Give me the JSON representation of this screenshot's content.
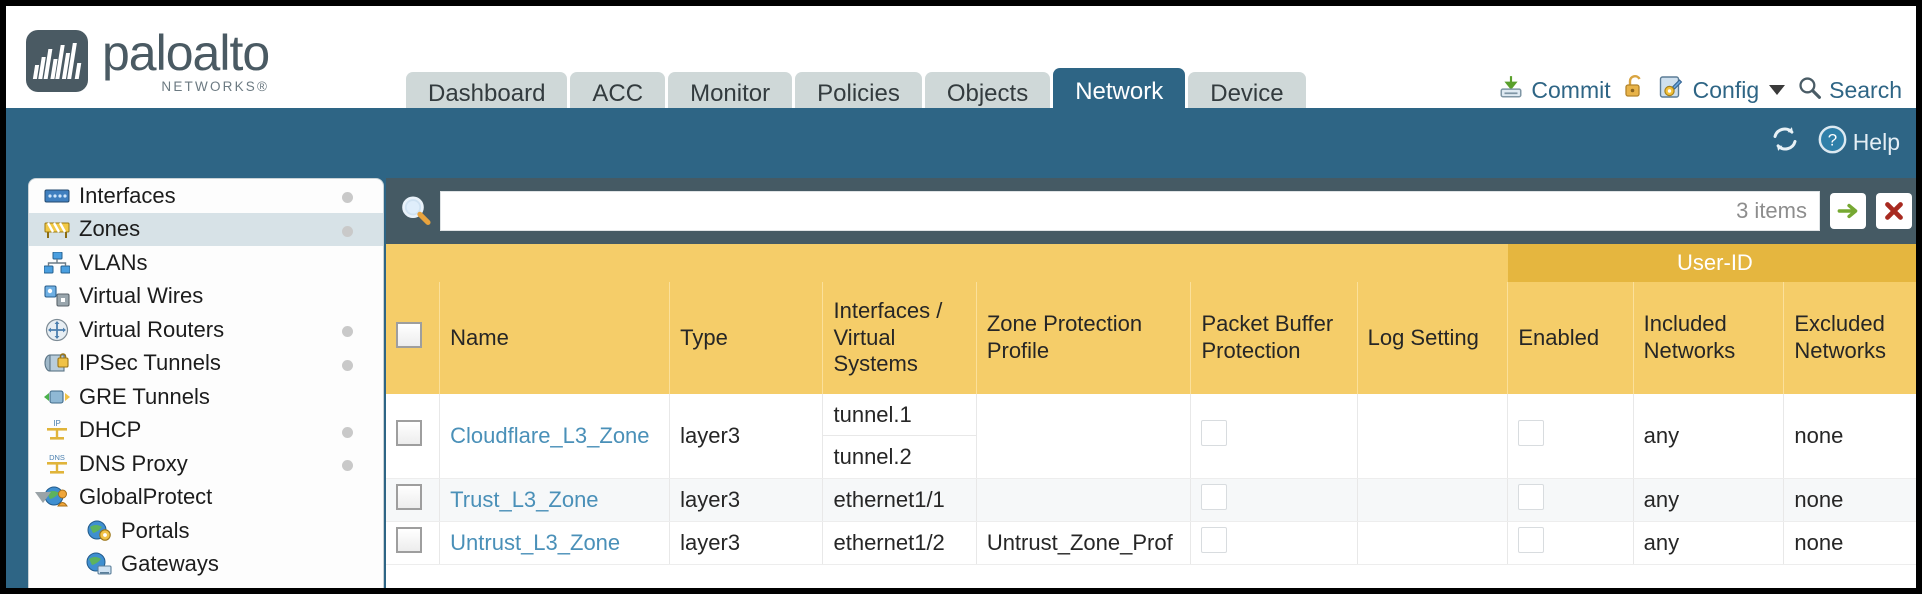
{
  "brand": {
    "name": "paloalto",
    "tagline": "NETWORKS®"
  },
  "nav": {
    "tabs": [
      {
        "label": "Dashboard",
        "active": false
      },
      {
        "label": "ACC",
        "active": false
      },
      {
        "label": "Monitor",
        "active": false
      },
      {
        "label": "Policies",
        "active": false
      },
      {
        "label": "Objects",
        "active": false
      },
      {
        "label": "Network",
        "active": true
      },
      {
        "label": "Device",
        "active": false
      }
    ]
  },
  "top_actions": {
    "commit": "Commit",
    "lock": "",
    "config": "Config",
    "search": "Search"
  },
  "blue_bar": {
    "help": "Help"
  },
  "sidebar": {
    "items": [
      {
        "label": "Interfaces",
        "icon": "interfaces-icon",
        "selected": false,
        "dot": true,
        "indent": false,
        "twisty": false
      },
      {
        "label": "Zones",
        "icon": "zones-icon",
        "selected": true,
        "dot": true,
        "indent": false,
        "twisty": false
      },
      {
        "label": "VLANs",
        "icon": "vlans-icon",
        "selected": false,
        "dot": false,
        "indent": false,
        "twisty": false
      },
      {
        "label": "Virtual Wires",
        "icon": "virtual-wires-icon",
        "selected": false,
        "dot": false,
        "indent": false,
        "twisty": false
      },
      {
        "label": "Virtual Routers",
        "icon": "virtual-routers-icon",
        "selected": false,
        "dot": true,
        "indent": false,
        "twisty": false
      },
      {
        "label": "IPSec Tunnels",
        "icon": "ipsec-tunnels-icon",
        "selected": false,
        "dot": true,
        "indent": false,
        "twisty": false
      },
      {
        "label": "GRE Tunnels",
        "icon": "gre-tunnels-icon",
        "selected": false,
        "dot": false,
        "indent": false,
        "twisty": false
      },
      {
        "label": "DHCP",
        "icon": "dhcp-icon",
        "selected": false,
        "dot": true,
        "indent": false,
        "twisty": false
      },
      {
        "label": "DNS Proxy",
        "icon": "dns-proxy-icon",
        "selected": false,
        "dot": true,
        "indent": false,
        "twisty": false
      },
      {
        "label": "GlobalProtect",
        "icon": "globalprotect-icon",
        "selected": false,
        "dot": false,
        "indent": false,
        "twisty": true
      },
      {
        "label": "Portals",
        "icon": "portals-icon",
        "selected": false,
        "dot": false,
        "indent": true,
        "twisty": false
      },
      {
        "label": "Gateways",
        "icon": "gateways-icon",
        "selected": false,
        "dot": false,
        "indent": true,
        "twisty": false
      }
    ]
  },
  "search": {
    "placeholder": "",
    "value": "",
    "item_count": "3 items",
    "apply_icon": "arrow-right-icon",
    "clear_icon": "close-x-icon"
  },
  "table": {
    "group_header": {
      "user_id": "User-ID"
    },
    "columns": [
      "Name",
      "Type",
      "Interfaces / Virtual Systems",
      "Zone Protection Profile",
      "Packet Buffer Protection",
      "Log Setting",
      "Enabled",
      "Included Networks",
      "Excluded Networks"
    ],
    "rows": [
      {
        "name": "Cloudflare_L3_Zone",
        "type": "layer3",
        "interfaces": [
          "tunnel.1",
          "tunnel.2"
        ],
        "zone_protection_profile": "",
        "packet_buffer_protection": false,
        "log_setting": "",
        "enabled": false,
        "included_networks": "any",
        "excluded_networks": "none"
      },
      {
        "name": "Trust_L3_Zone",
        "type": "layer3",
        "interfaces": [
          "ethernet1/1"
        ],
        "zone_protection_profile": "",
        "packet_buffer_protection": false,
        "log_setting": "",
        "enabled": false,
        "included_networks": "any",
        "excluded_networks": "none"
      },
      {
        "name": "Untrust_L3_Zone",
        "type": "layer3",
        "interfaces": [
          "ethernet1/2"
        ],
        "zone_protection_profile": "Untrust_Zone_Prof",
        "packet_buffer_protection": false,
        "log_setting": "",
        "enabled": false,
        "included_networks": "any",
        "excluded_networks": "none"
      }
    ]
  },
  "colors": {
    "brand_blue": "#2e6585",
    "dark_slate": "#455a64",
    "table_header_yellow": "#f5cd69",
    "group_header_yellow": "#e5b63f",
    "link_blue": "#4a90b8",
    "tab_inactive": "#cfd8d8"
  }
}
